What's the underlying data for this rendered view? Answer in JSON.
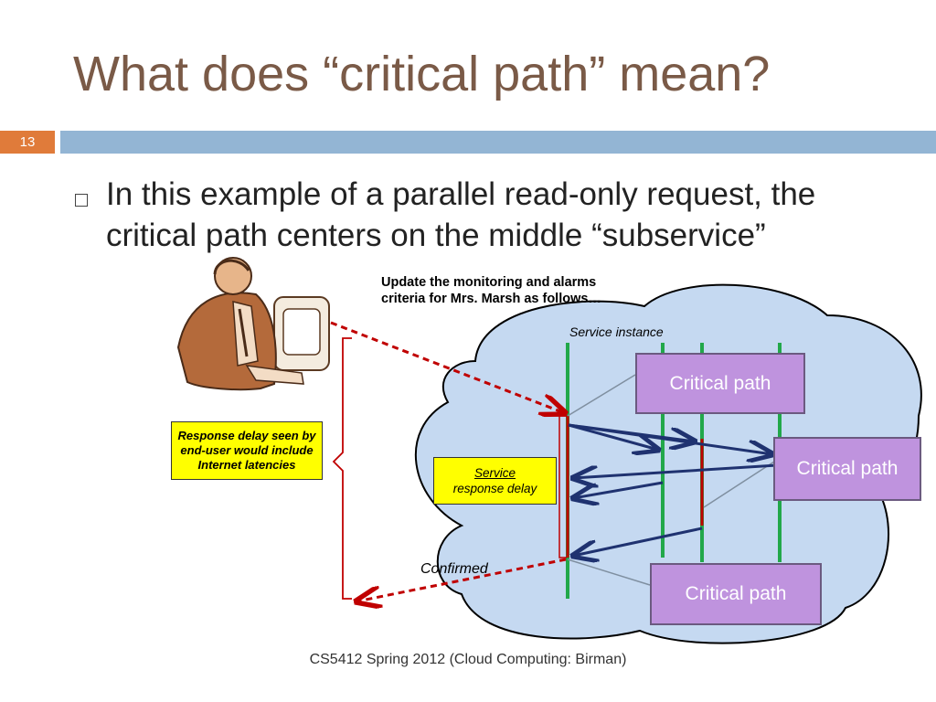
{
  "slide": {
    "title": "What does “critical path” mean?",
    "number": "13",
    "bullet": "In this example of a parallel read-only request, the critical path centers on the middle “subservice”",
    "footer": "CS5412 Spring 2012 (Cloud Computing: Birman)"
  },
  "diagram": {
    "update_note": "Update the monitoring and alarms\ncriteria for Mrs. Marsh as follows…",
    "service_instance": "Service instance",
    "critical_path_top": "Critical path",
    "critical_path_right": "Critical path",
    "critical_path_bottom": "Critical path",
    "response_delay_box": "Response delay seen by end-user would include Internet latencies",
    "service_word": "Service",
    "service_rest": "response delay",
    "confirmed": "Confirmed"
  },
  "colors": {
    "title": "#7a5a47",
    "accent_orange": "#e07b3a",
    "title_bar": "#93b5d4",
    "cloud_fill": "#c5d9f1",
    "critical_path_fill": "#bf93de",
    "lifeline_green": "#22a84a",
    "arrow_navy": "#1f3270",
    "dashed_red": "#c00000",
    "note_yellow": "#ffff00"
  },
  "icons": [
    "person-at-computer-icon",
    "bullet-square-icon",
    "brace-icon"
  ]
}
